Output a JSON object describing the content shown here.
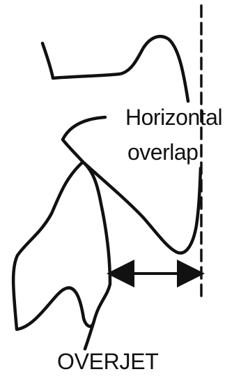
{
  "diagram": {
    "labels": {
      "horizontal_overlap_line1": "Horizontal",
      "horizontal_overlap_line2": "overlap",
      "overjet": "OVERJET"
    },
    "colors": {
      "stroke": "#111111",
      "background": "#ffffff"
    }
  }
}
